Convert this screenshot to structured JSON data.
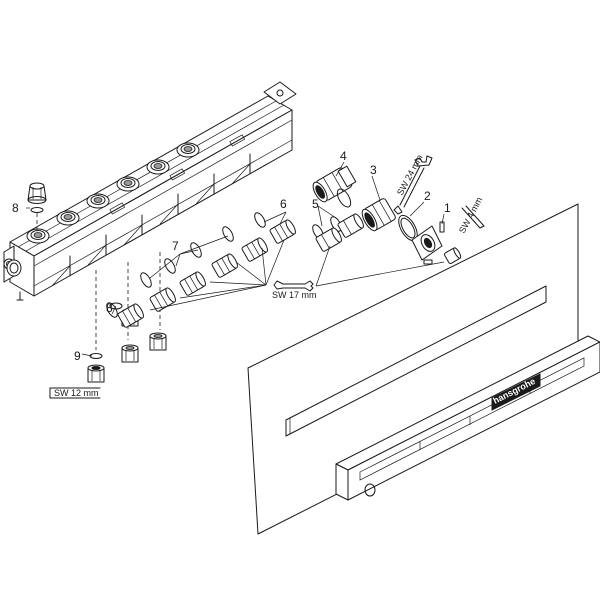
{
  "callouts": {
    "c1": "1",
    "c2": "2",
    "c3": "3",
    "c4": "4",
    "c5": "5",
    "c6": "6",
    "c7": "7",
    "c8a": "8",
    "c8b": "8",
    "c9": "9"
  },
  "tools": {
    "sw24": "SW 24 mm",
    "sw4": "SW 4 mm",
    "sw17": "SW 17 mm",
    "sw12": "SW 12 mm"
  },
  "brand": {
    "logo_text": "hansgrohe"
  }
}
